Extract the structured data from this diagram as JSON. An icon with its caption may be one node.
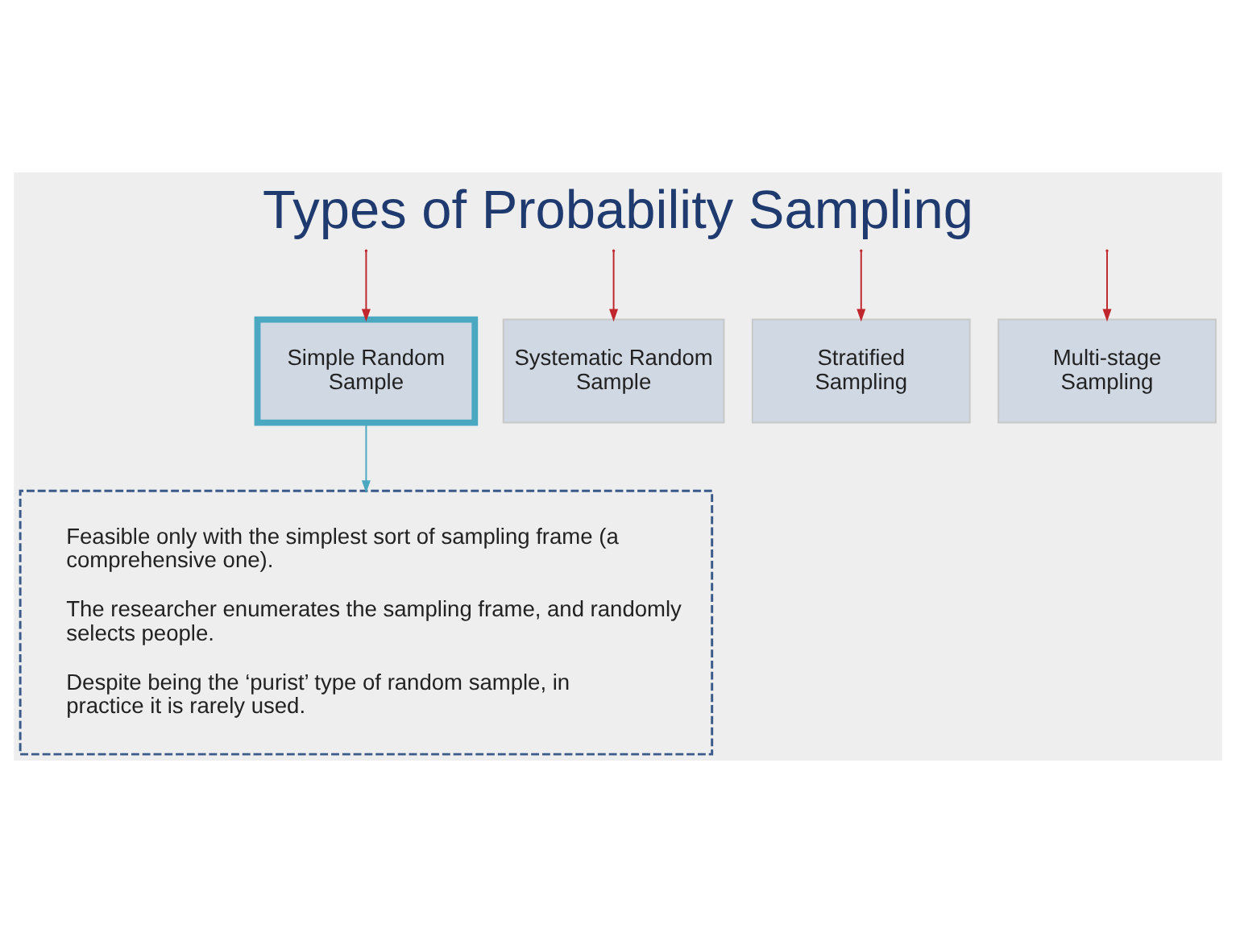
{
  "diagram": {
    "title": "Types of Probability Sampling",
    "nodes": [
      {
        "text": [
          "Simple Random Sample"
        ]
      },
      {
        "text": [
          "Systematic Random Sample"
        ]
      },
      {
        "text": [
          "Stratified Sampling"
        ]
      },
      {
        "text": [
          "Multi-stage Sampling"
        ]
      },
      {
        "text": [
          "Feasible only with the simplest sort of sampling frame (a comprehensive one).",
          "The researcher enumerates the sampling frame, and randomly selects people.",
          "Despite being the ‘purist’ type of random sample, in practice it is rarely used."
        ]
      }
    ],
    "edges": [
      {
        "from": null,
        "to": 0,
        "arrow": "to"
      },
      {
        "from": null,
        "to": 1,
        "arrow": "to"
      },
      {
        "from": null,
        "to": 2,
        "arrow": "to"
      },
      {
        "from": null,
        "to": 3,
        "arrow": "to"
      },
      {
        "from": 0,
        "to": 4,
        "arrow": "to",
        "color": "#4aa8c0"
      }
    ]
  }
}
